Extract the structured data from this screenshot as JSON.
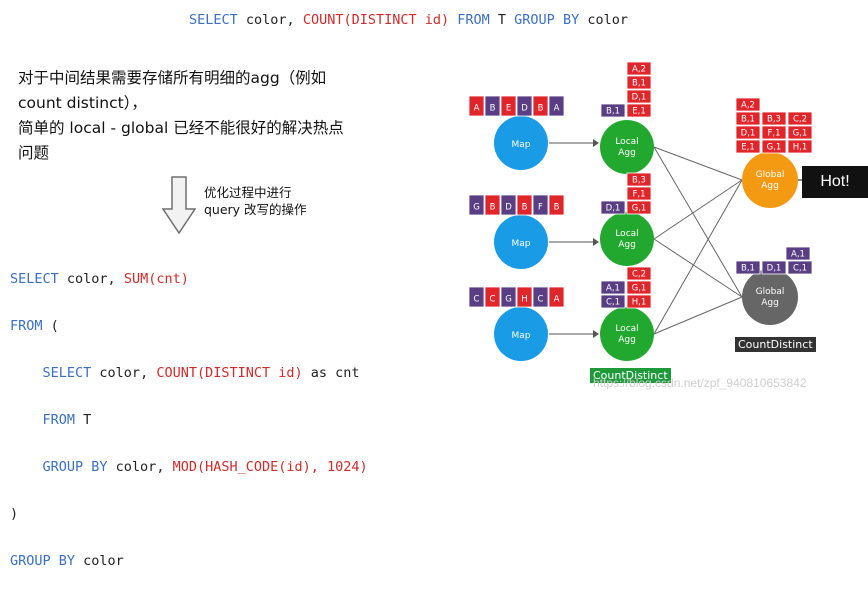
{
  "top_sql": {
    "p1": "SELECT",
    "p2": " color, ",
    "p3": "COUNT(DISTINCT id)",
    "p4": " ",
    "p5": "FROM",
    "p6": " T ",
    "p7": "GROUP BY",
    "p8": " color"
  },
  "description": {
    "line1": "对于中间结果需要存储所有明细的agg（例如",
    "line2": "count distinct），",
    "line3": "简单的 local - global 已经不能很好的解决热点",
    "line4": "问题"
  },
  "arrow_label": {
    "line1": "优化过程中进行",
    "line2": "query 改写的操作"
  },
  "rewritten_sql": {
    "l1_kw": "SELECT",
    "l1_t": " color, ",
    "l1_fn": "SUM(cnt)",
    "l2_kw": "FROM",
    "l2_t": " (",
    "l3_kw": "SELECT",
    "l3_t": " color, ",
    "l3_fn": "COUNT(DISTINCT id)",
    "l3_t2": " as cnt",
    "l4_kw": "FROM",
    "l4_t": " T",
    "l5_kw": "GROUP BY",
    "l5_t": " color, ",
    "l5_fn": "MOD(HASH_CODE(id), 1024)",
    "l6_t": ")",
    "l7_kw": "GROUP BY",
    "l7_t": " color"
  },
  "colors": {
    "red": "#e0262b",
    "purple": "#5a3e84",
    "map": "#1a9be6",
    "local": "#22a82e",
    "global_hot": "#f39a12",
    "global": "#666666"
  },
  "diagram": {
    "map_label": "Map",
    "local_label_1": "Local",
    "local_label_2": "Agg",
    "global_label_1": "Global",
    "global_label_2": "Agg",
    "hot_label": "Hot!",
    "count_distinct_local": "CountDistinct",
    "count_distinct_global": "CountDistinct",
    "input_row1": [
      "A",
      "B",
      "E",
      "D",
      "B",
      "A"
    ],
    "input_row2": [
      "G",
      "B",
      "D",
      "B",
      "F",
      "B"
    ],
    "input_row3": [
      "C",
      "C",
      "G",
      "H",
      "C",
      "A"
    ],
    "local1_stack": [
      "A,2",
      "B,1",
      "D,1",
      "E,1"
    ],
    "local1_side": "B,1",
    "local2_stack": [
      "B,3",
      "F,1",
      "G,1"
    ],
    "local2_side": "D,1",
    "local3_stack": [
      "C,2",
      "G,1",
      "H,1"
    ],
    "local3_side": [
      "A,1",
      "C,1"
    ],
    "global1_top": "A,2",
    "global1_row1": [
      "B,1",
      "B,3",
      "C,2"
    ],
    "global1_row2": [
      "D,1",
      "F,1",
      "G,1"
    ],
    "global1_row3": [
      "E,1",
      "G,1",
      "H,1"
    ],
    "global2_top": "A,1",
    "global2_row": [
      "B,1",
      "D,1",
      "C,1"
    ]
  },
  "watermark": "https://blog.csdn.net/zpf_940810653842"
}
